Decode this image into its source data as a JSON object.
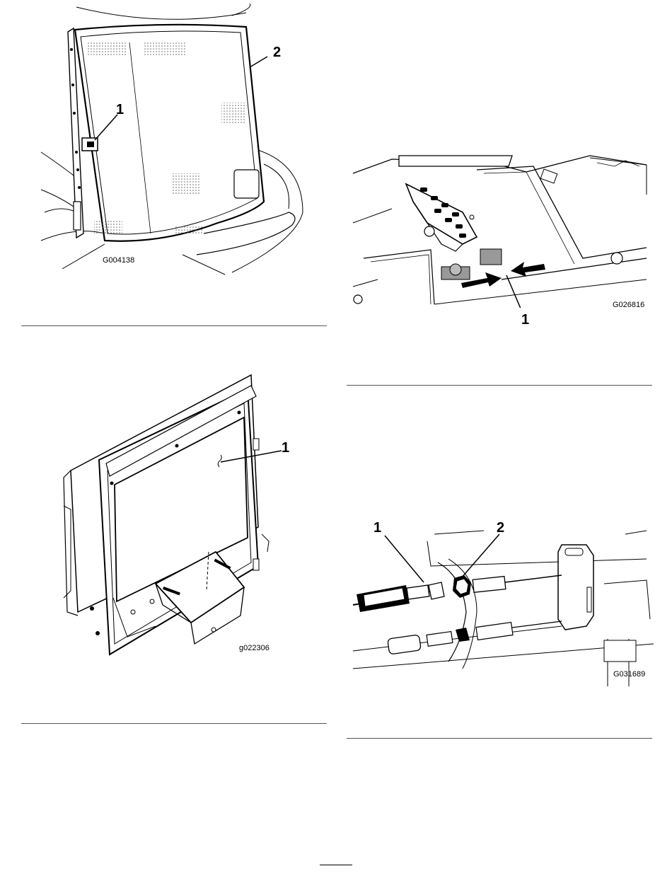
{
  "figures": [
    {
      "code": "G004138",
      "callouts": [
        "1",
        "2"
      ]
    },
    {
      "code": "G026816",
      "callouts": [
        "1"
      ]
    },
    {
      "code": "g022306",
      "callouts": [
        "1"
      ]
    },
    {
      "code": "G031689",
      "callouts": [
        "1",
        "2"
      ]
    }
  ]
}
